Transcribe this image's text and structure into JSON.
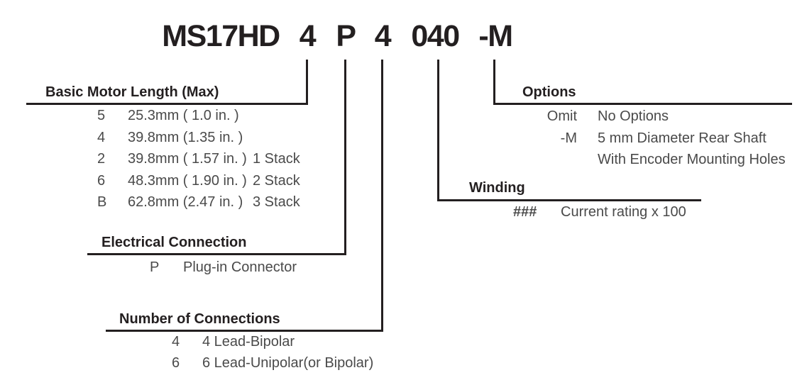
{
  "colors": {
    "background": "#ffffff",
    "ink": "#231f20",
    "body_text": "#4a4a4a"
  },
  "part_number": {
    "prefix": "MS17HD",
    "codes": [
      "4",
      "P",
      "4",
      "040",
      "-M"
    ]
  },
  "sections": {
    "basic_motor_length": {
      "title": "Basic Motor Length (Max)",
      "rows": [
        {
          "code": "5",
          "value": "25.3mm ( 1.0 in. )",
          "note": ""
        },
        {
          "code": "4",
          "value": "39.8mm (1.35 in. )",
          "note": ""
        },
        {
          "code": "2",
          "value": "39.8mm ( 1.57 in. )",
          "note": "1 Stack"
        },
        {
          "code": "6",
          "value": "48.3mm ( 1.90 in. )",
          "note": "2 Stack"
        },
        {
          "code": "B",
          "value": "62.8mm (2.47 in. )",
          "note": "3 Stack"
        }
      ]
    },
    "electrical_connection": {
      "title": "Electrical Connection",
      "rows": [
        {
          "code": "P",
          "value": "Plug-in Connector"
        }
      ]
    },
    "number_of_connections": {
      "title": "Number of Connections",
      "rows": [
        {
          "code": "4",
          "value": "4 Lead-Bipolar"
        },
        {
          "code": "6",
          "value": "6 Lead-Unipolar(or Bipolar)"
        }
      ]
    },
    "winding": {
      "title": "Winding",
      "rows": [
        {
          "code": "###",
          "value": "Current rating x 100"
        }
      ]
    },
    "options": {
      "title": "Options",
      "rows": [
        {
          "code": "Omit",
          "value": "No Options"
        },
        {
          "code": "-M",
          "value": "5 mm Diameter Rear Shaft"
        },
        {
          "code": "",
          "value": "With Encoder Mounting Holes"
        }
      ]
    }
  }
}
